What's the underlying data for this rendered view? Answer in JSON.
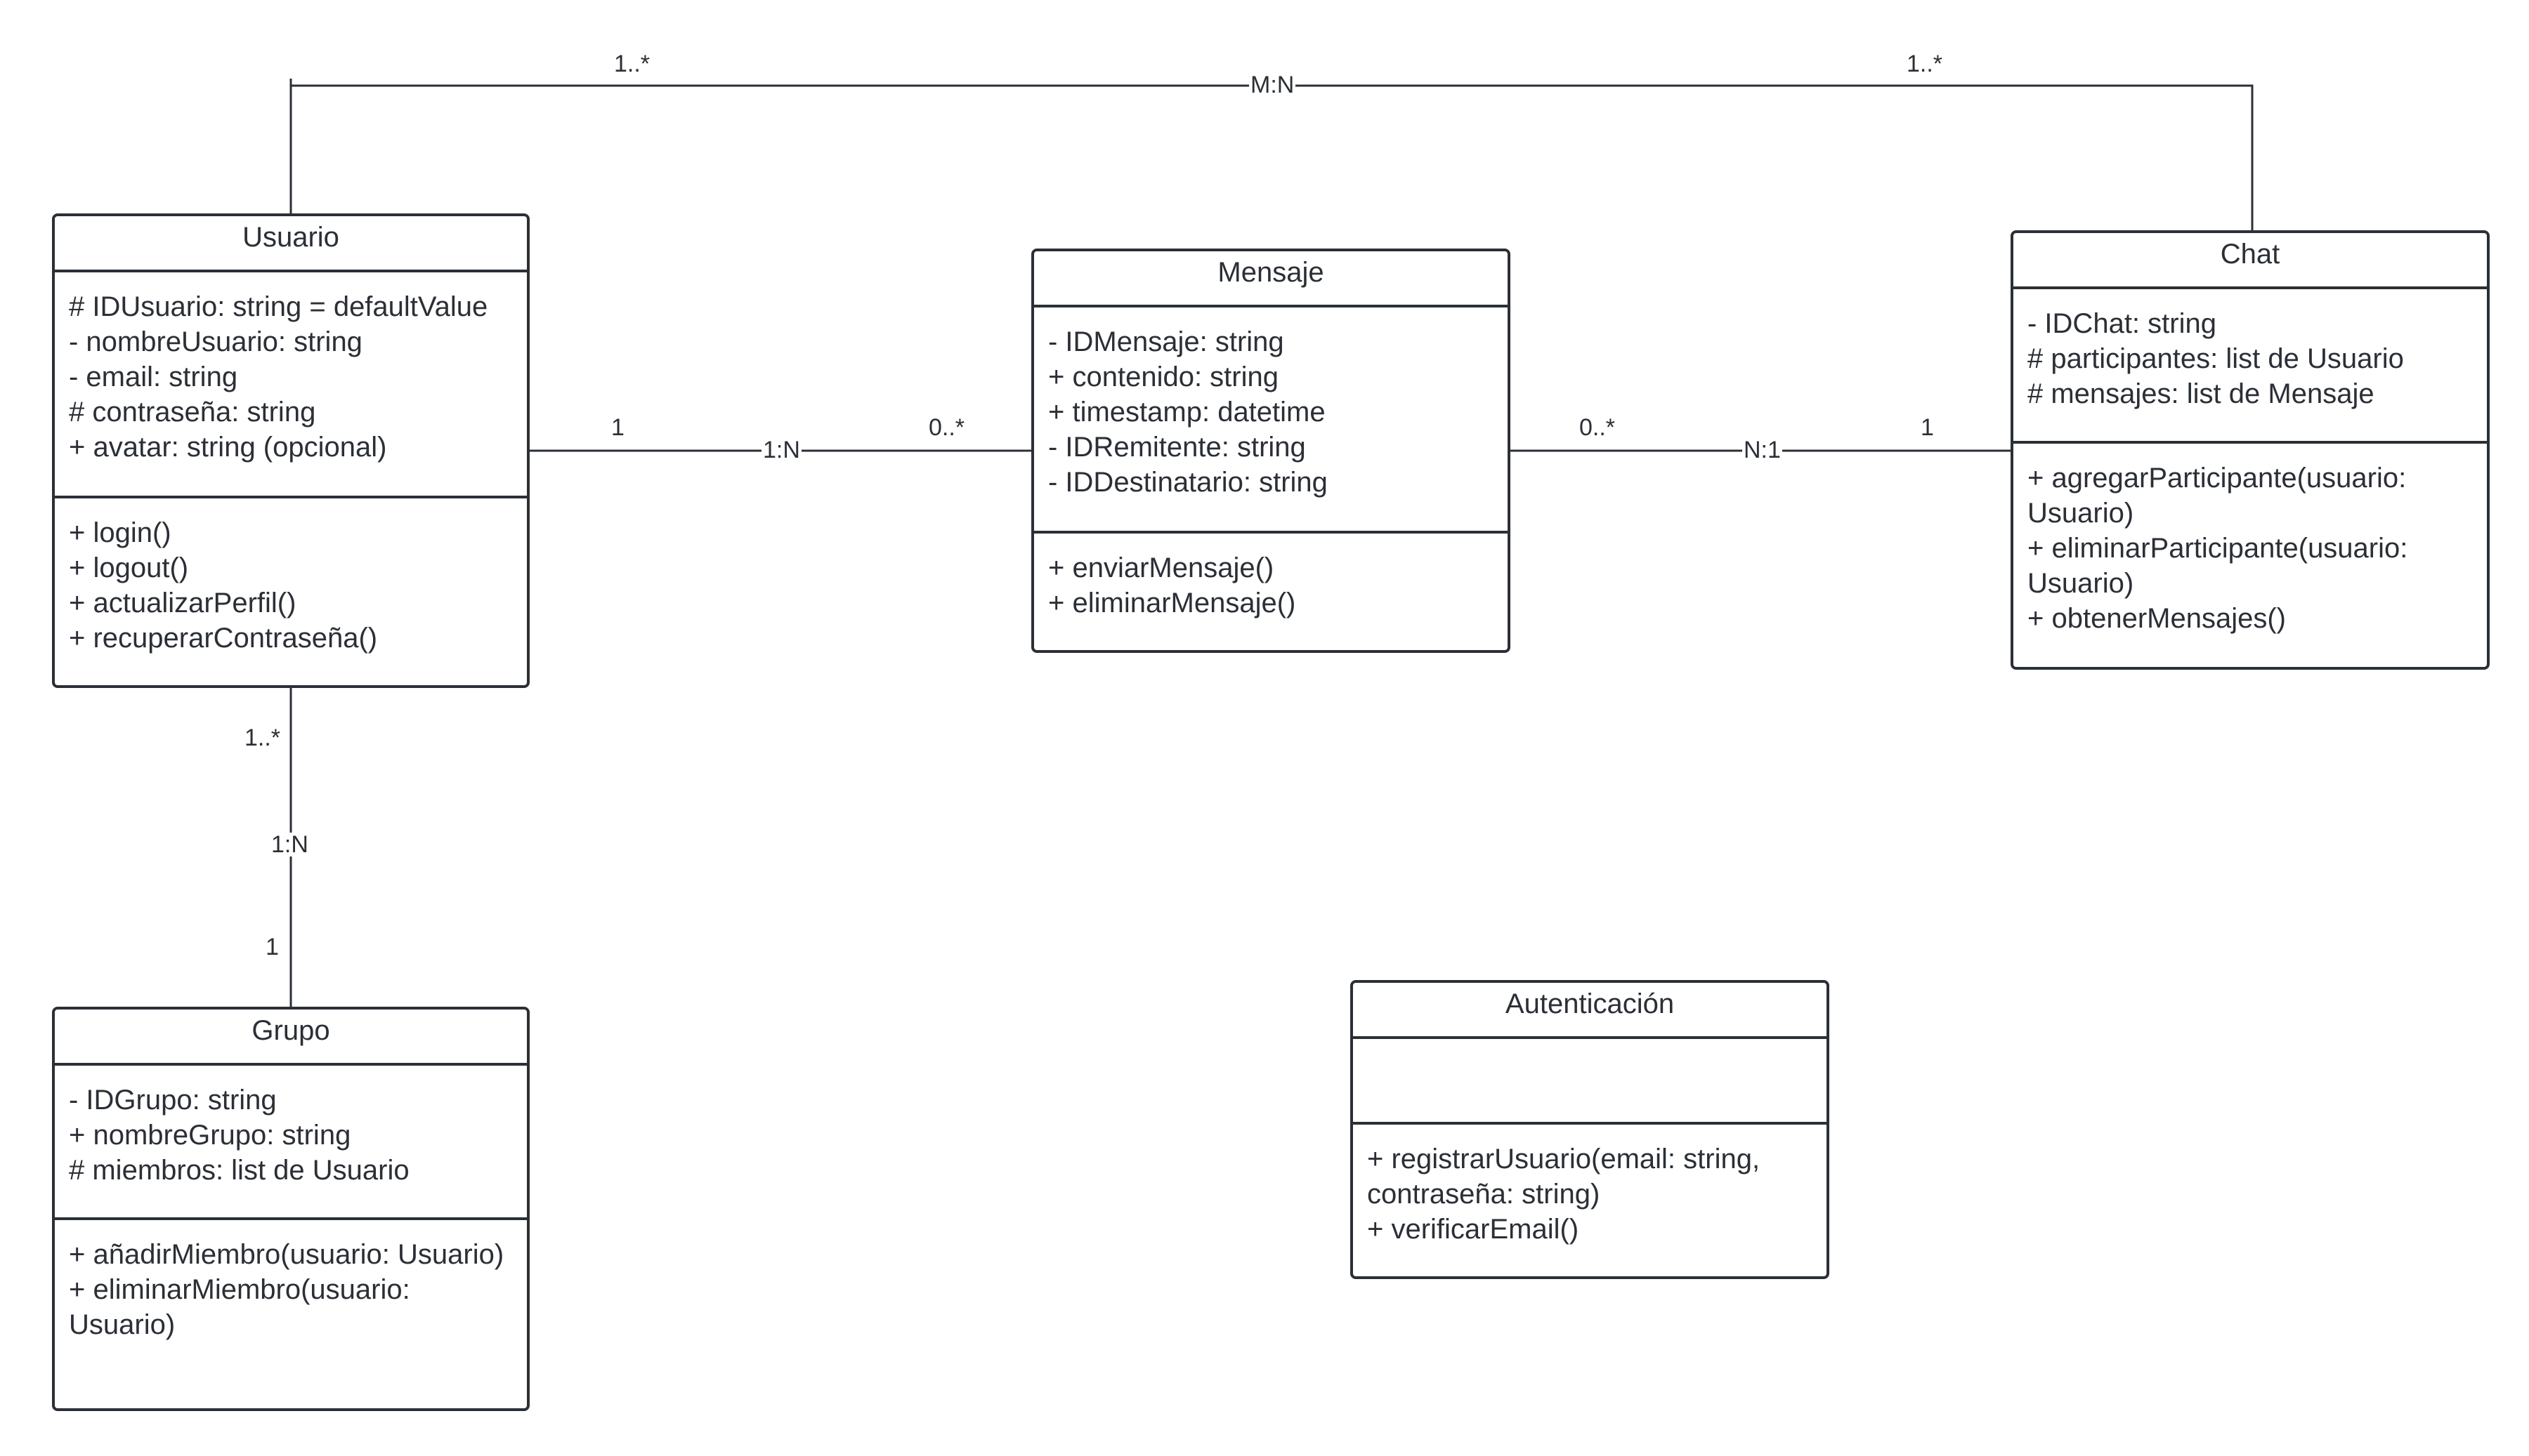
{
  "classes": {
    "usuario": {
      "name": "Usuario",
      "attributes": [
        "# IDUsuario: string = defaultValue",
        "- nombreUsuario: string",
        "- email: string",
        "# contraseña: string",
        "+ avatar: string (opcional)"
      ],
      "methods": [
        "+ login()",
        "+ logout()",
        "+ actualizarPerfil()",
        "+ recuperarContraseña()"
      ]
    },
    "mensaje": {
      "name": "Mensaje",
      "attributes": [
        "- IDMensaje: string",
        "+ contenido: string",
        "+ timestamp: datetime",
        "- IDRemitente: string",
        "- IDDestinatario: string"
      ],
      "methods": [
        "+ enviarMensaje()",
        "+ eliminarMensaje()"
      ]
    },
    "chat": {
      "name": "Chat",
      "attributes": [
        "- IDChat: string",
        "# participantes: list de Usuario",
        "# mensajes: list de Mensaje"
      ],
      "methods": [
        "+ agregarParticipante(usuario: Usuario)",
        "+ eliminarParticipante(usuario: Usuario)",
        "+ obtenerMensajes()"
      ]
    },
    "grupo": {
      "name": "Grupo",
      "attributes": [
        "- IDGrupo: string",
        "+ nombreGrupo: string",
        "# miembros: list de Usuario"
      ],
      "methods": [
        "+ añadirMiembro(usuario: Usuario)",
        "+ eliminarMiembro(usuario: Usuario)"
      ]
    },
    "autenticacion": {
      "name": "Autenticación",
      "attributes": [],
      "methods": [
        "+ registrarUsuario(email: string, contraseña: string)",
        "+ verificarEmail()"
      ]
    }
  },
  "relations": {
    "usuario_chat": {
      "source_mult": "1..*",
      "label": "M:N",
      "target_mult": "1..*"
    },
    "usuario_mensaje": {
      "source_mult": "1",
      "label": "1:N",
      "target_mult": "0..*"
    },
    "mensaje_chat": {
      "source_mult": "0..*",
      "label": "N:1",
      "target_mult": "1"
    },
    "usuario_grupo": {
      "source_mult": "1..*",
      "label": "1:N",
      "target_mult": "1"
    }
  },
  "colors": {
    "stroke": "#2b2f36",
    "background": "#ffffff"
  }
}
